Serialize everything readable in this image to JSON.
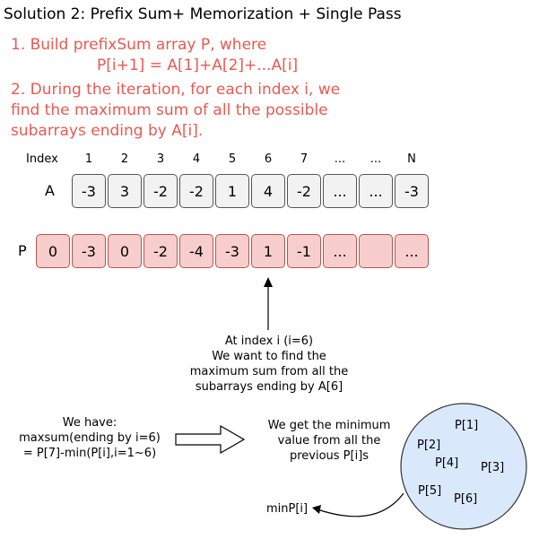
{
  "title": "Solution 2: Prefix Sum+ Memorization + Single Pass",
  "notes": {
    "line1": "1. Build prefixSum array P, where",
    "line2": "P[i+1] = A[1]+A[2]+...A[i]",
    "line3": "2. During the iteration, for each index i, we",
    "line4": "find the maximum sum of all the possible",
    "line5": "subarrays ending by A[i]."
  },
  "index_row": {
    "label": "Index",
    "values": [
      "1",
      "2",
      "3",
      "4",
      "5",
      "6",
      "7",
      "...",
      "...",
      "N"
    ]
  },
  "array_a": {
    "label": "A",
    "values": [
      "-3",
      "3",
      "-2",
      "-2",
      "1",
      "4",
      "-2",
      "...",
      "...",
      "-3"
    ]
  },
  "array_p": {
    "label": "P",
    "values": [
      "0",
      "-3",
      "0",
      "-2",
      "-4",
      "-3",
      "1",
      "-1",
      "...",
      "",
      "..."
    ]
  },
  "annotation": {
    "line1": "At index i (i=6)",
    "line2": "We want to find the",
    "line3": "maximum sum from all the",
    "line4": "subarrays ending by A[6]"
  },
  "have": {
    "line1": "We have:",
    "line2": "maxsum(ending by i=6)",
    "line3": "= P[7]-min(P[i],i=1~6)"
  },
  "get_min": {
    "line1": "We get the minimum",
    "line2": "value from all the",
    "line3": "previous P[i]s"
  },
  "bubble": {
    "items": [
      "P[1]",
      "P[2]",
      "P[4]",
      "P[3]",
      "P[5]",
      "P[6]"
    ]
  },
  "min_label": "minP[i]",
  "colors": {
    "note_red": "#e85a50",
    "a_fill": "#f2f2f2",
    "p_fill": "#f8cecc",
    "p_stroke": "#b85450",
    "bubble_fill": "#dae8fc",
    "bubble_stroke": "#333333"
  }
}
